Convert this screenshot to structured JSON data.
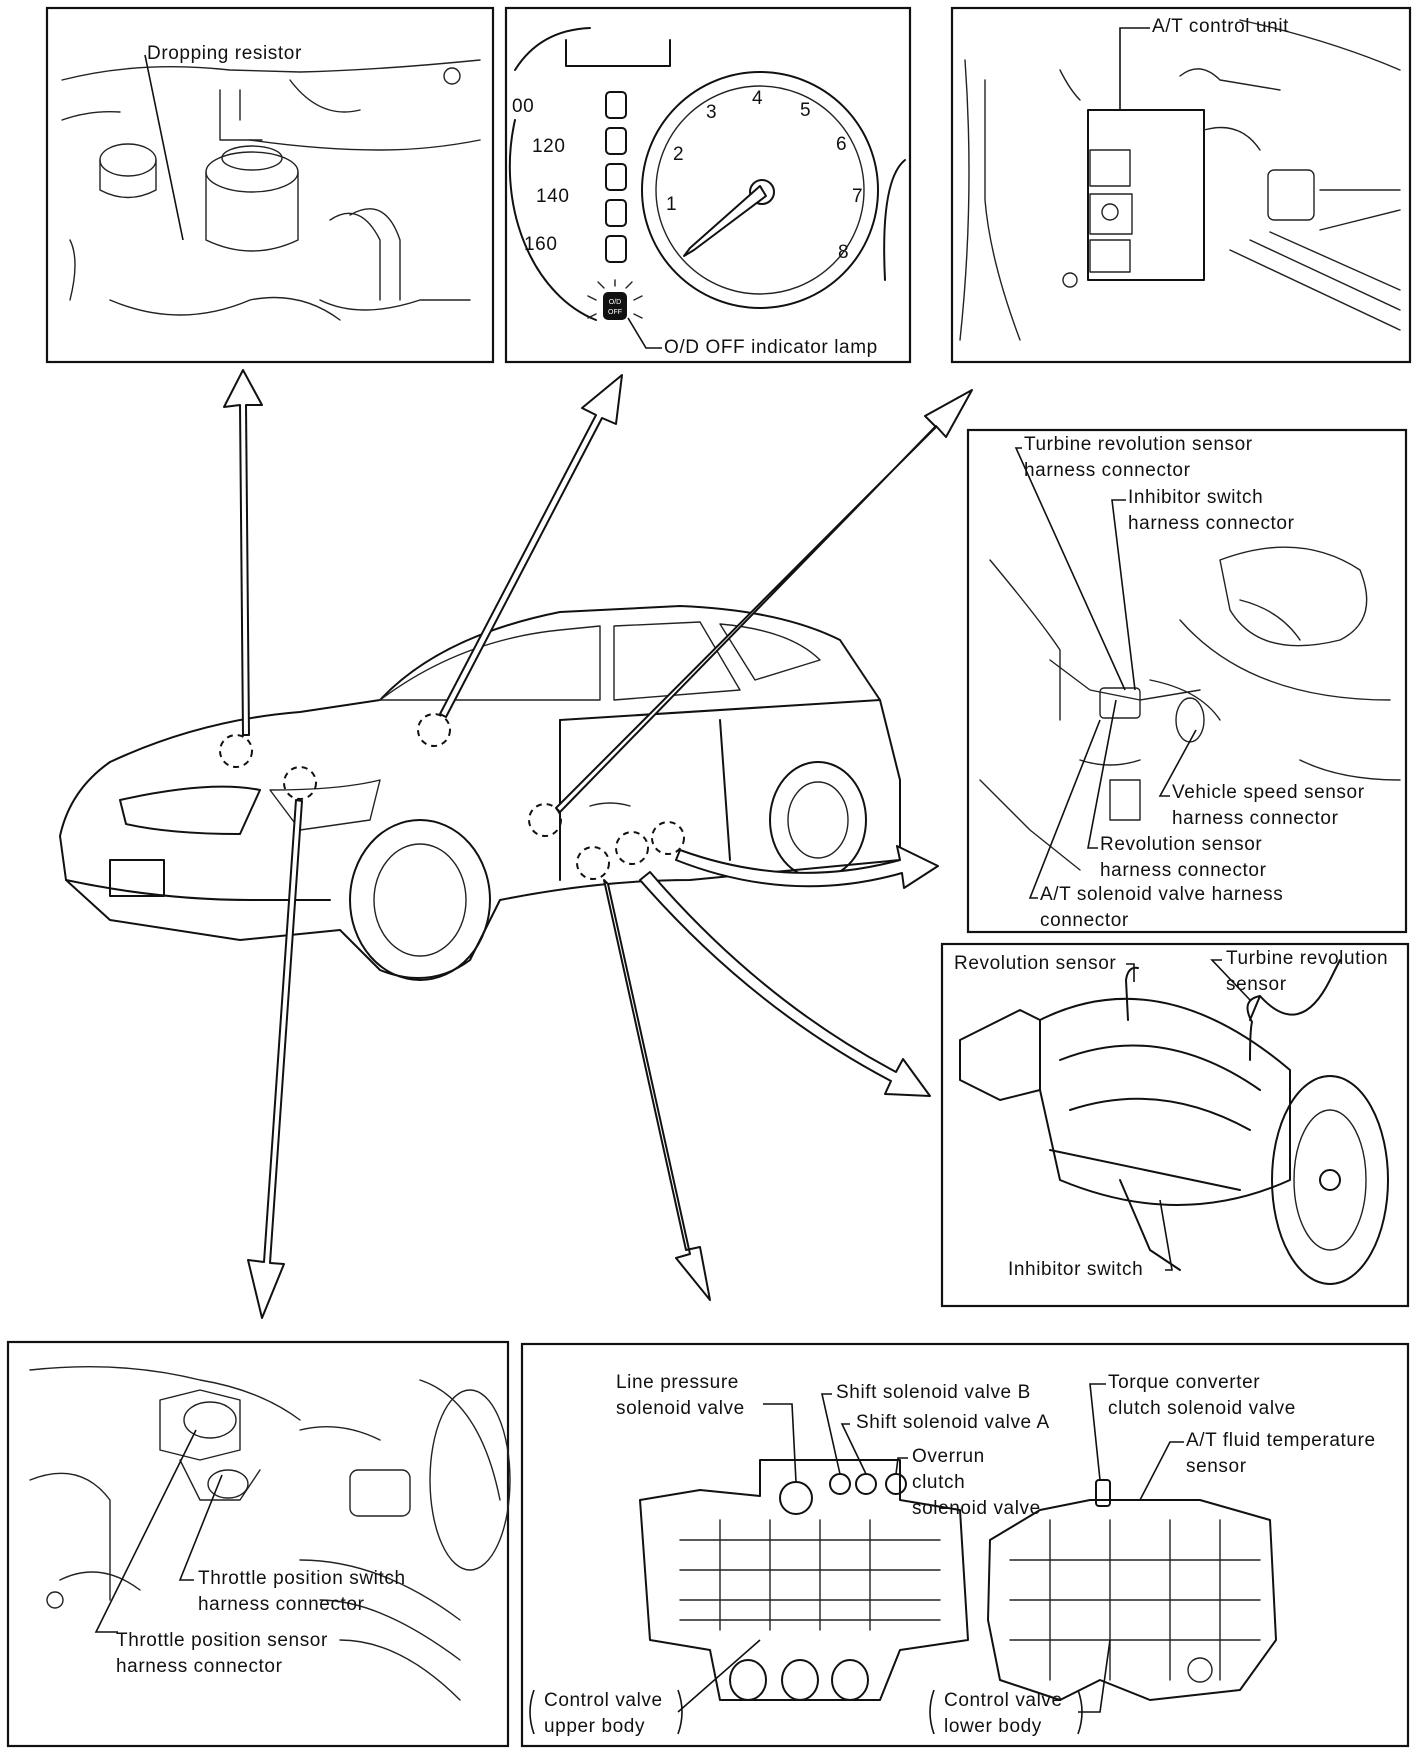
{
  "panels": {
    "dropping_resistor": {
      "label": "Dropping resistor"
    },
    "od_off_lamp": {
      "label": "O/D OFF indicator lamp",
      "lamp_text": [
        "O/D",
        "OFF"
      ],
      "speedo_ticks": [
        "00",
        "120",
        "140",
        "160"
      ],
      "tacho_ticks": [
        "1",
        "2",
        "3",
        "4",
        "5",
        "6",
        "7",
        "8"
      ]
    },
    "at_control_unit": {
      "label": "A/T control unit"
    },
    "harness_connectors": {
      "turbine_sensor_connector": [
        "Turbine revolution sensor",
        "harness connector"
      ],
      "inhibitor_switch_connector": [
        "Inhibitor switch",
        "harness connector"
      ],
      "vehicle_speed_connector": [
        "Vehicle speed sensor",
        "harness connector"
      ],
      "revolution_sensor_connector": [
        "Revolution sensor",
        "harness connector"
      ],
      "solenoid_valve_connector": [
        "A/T solenoid valve harness",
        "connector"
      ]
    },
    "transmission": {
      "revolution_sensor": "Revolution sensor",
      "turbine_sensor": [
        "Turbine revolution",
        "sensor"
      ],
      "inhibitor_switch": "Inhibitor switch"
    },
    "throttle": {
      "switch_connector": [
        "Throttle position switch",
        "harness connector"
      ],
      "sensor_connector": [
        "Throttle position sensor",
        "harness connector"
      ]
    },
    "control_valve": {
      "line_pressure": [
        "Line pressure",
        "solenoid valve"
      ],
      "shift_b": "Shift solenoid valve B",
      "shift_a": "Shift solenoid valve A",
      "overrun": [
        "Overrun",
        "clutch",
        "solenoid valve"
      ],
      "torque_converter": [
        "Torque converter",
        "clutch solenoid valve"
      ],
      "fluid_temp": [
        "A/T fluid temperature",
        "sensor"
      ],
      "upper_body": [
        "Control valve",
        "upper body"
      ],
      "lower_body": [
        "Control valve",
        "lower body"
      ]
    }
  }
}
